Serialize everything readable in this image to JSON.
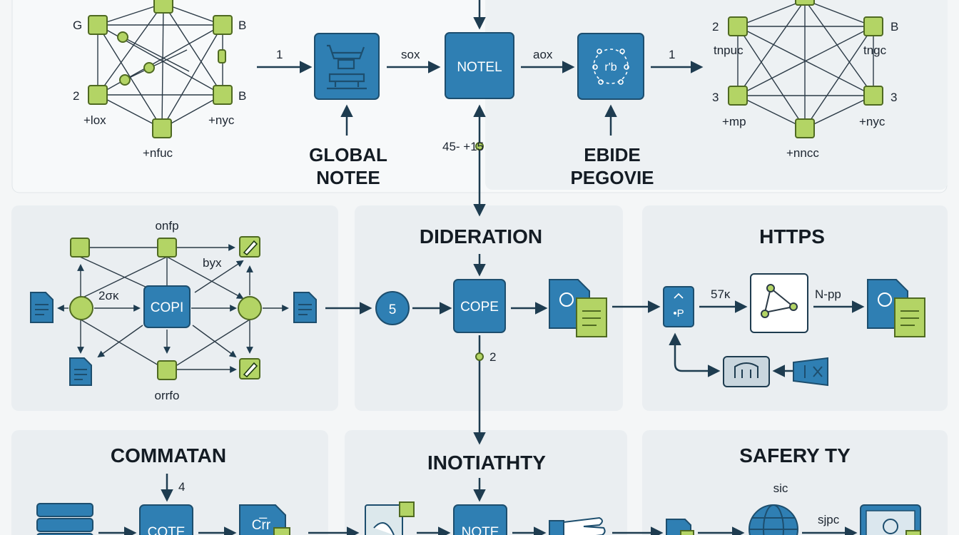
{
  "colors": {
    "blue": "#2f7fb3",
    "blue_dark": "#1d4e6e",
    "green": "#b3d465",
    "green_dark": "#4f6a21",
    "arrow": "#1e3c50",
    "panel": "#eef1f3"
  },
  "top": {
    "left_net": {
      "g": "G",
      "b1": "B",
      "n2": "2",
      "b2": "B",
      "lox": "+lox",
      "nyc": "+nyc",
      "nfuc": "+nfuc"
    },
    "right_net": {
      "n2": "2",
      "b": "B",
      "tnpuc": "tnpuc",
      "tngc": "tngc",
      "n3a": "3",
      "n3b": "3",
      "mp": "+mp",
      "nyc": "+nyc",
      "nncc": "+nncc"
    },
    "arrow_in": "1",
    "sox": "sox",
    "notel": "NOTEL",
    "aox": "aox",
    "arrow_out": "1",
    "rb": "r'b",
    "global_line1": "GLOBAL",
    "global_line2": "NOTEE",
    "ebide_line1": "EBIDE",
    "ebide_line2": "PEGOVIE",
    "flow_label": "45-  +15"
  },
  "mid_left": {
    "onfp": "onfp",
    "byx": "byx",
    "label_2": "2σκ",
    "copi": "COPI",
    "orrfo": "orrfo"
  },
  "mid_center": {
    "title": "DIDERATION",
    "five": "5",
    "cope": "COPE",
    "two": "2"
  },
  "mid_right": {
    "title": "HTTPS",
    "label_57k": "57κ",
    "npp": "N-pp",
    "p": "•P"
  },
  "bottom_left": {
    "title": "COMMATAN",
    "four": "4",
    "cote": "COTE",
    "crr": "Cr̅r"
  },
  "bottom_center": {
    "title": "INOTIATHTY",
    "note": "NOTE"
  },
  "bottom_right": {
    "title": "SAFERY TY",
    "sic": "sic",
    "sjpc": "sjpc"
  }
}
